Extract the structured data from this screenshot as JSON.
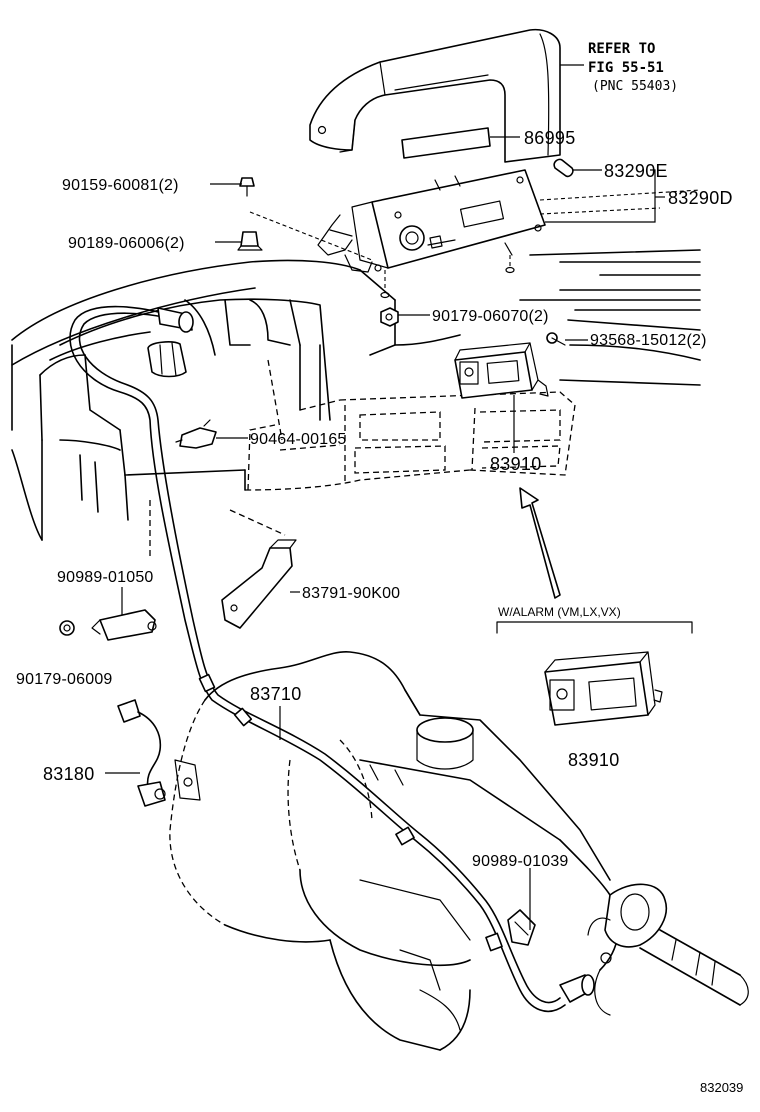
{
  "refer": {
    "line1": "REFER TO",
    "line2": "FIG 55-51",
    "line3": "(PNC 55403)"
  },
  "parts": {
    "p86995": "86995",
    "p83290E": "83290E",
    "p83290D": "83290D",
    "p90159": "90159-60081(2)",
    "p90189": "90189-06006(2)",
    "p90179a": "90179-06070(2)",
    "p93568": "93568-15012(2)",
    "p90464": "90464-00165",
    "p83910a": "83910",
    "p90989a": "90989-01050",
    "p83791": "83791-90K00",
    "p90179b": "90179-06009",
    "p83710": "83710",
    "p83180": "83180",
    "p90989b": "90989-01039",
    "p83910b": "83910"
  },
  "variant": {
    "label": "W/ALARM (VM,LX,VX)"
  },
  "figure_number": "832039"
}
